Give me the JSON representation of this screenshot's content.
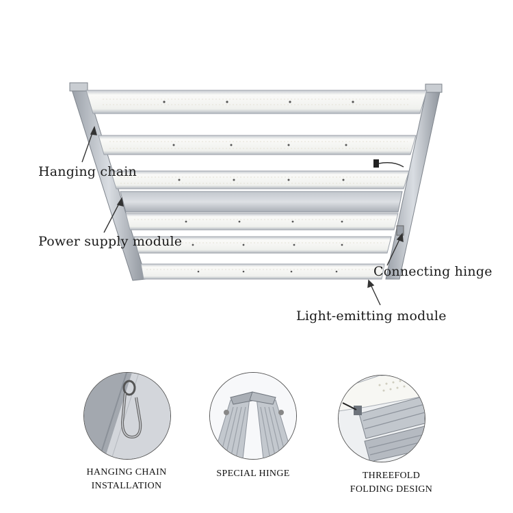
{
  "labels": {
    "hanging_chain": "Hanging chain",
    "power_supply": "Power supply module",
    "connecting_hinge": "Connecting hinge",
    "light_emitting": "Light-emitting module"
  },
  "details": [
    {
      "line1": "HANGING CHAIN",
      "line2": "INSTALLATION"
    },
    {
      "line1": "SPECIAL HINGE",
      "line2": ""
    },
    {
      "line1": "THREEFOLD",
      "line2": "FOLDING DESIGN"
    }
  ],
  "colors": {
    "frame": "#b9bec6",
    "frame_dark": "#8d939c",
    "led_bar": "#f3f4f0",
    "led_dot": "#d9d7c8",
    "text": "#1a1a1a"
  }
}
